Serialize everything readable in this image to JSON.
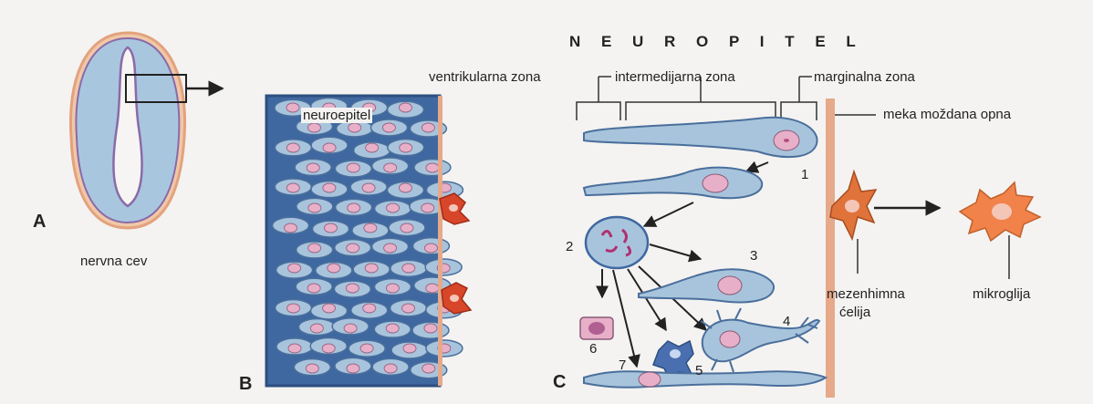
{
  "title": "N E U R O P I T E L",
  "panels": {
    "a": "A",
    "b": "B",
    "c": "C"
  },
  "labels": {
    "nervna_cev": "nervna cev",
    "neuroepitel": "neuroepitel",
    "ventrikularna": "ventrikularna zona",
    "intermedijarna": "intermedijarna zona",
    "marginalna": "marginalna zona",
    "meka": "meka moždana opna",
    "mezenhimna": "mezenhimna",
    "celija": "ćelija",
    "mikroglija": "mikroglija"
  },
  "numbers": {
    "n1": "1",
    "n2": "2",
    "n3": "3",
    "n4": "4",
    "n5": "5",
    "n6": "6",
    "n7": "7"
  },
  "colors": {
    "cell_blue": "#a8c4dc",
    "cell_outline": "#4a6f9c",
    "nucleus": "#e8b0c8",
    "membrane": "#e6a98a",
    "microglia": "#e0733a",
    "tube_purple": "#8a6aa8"
  }
}
